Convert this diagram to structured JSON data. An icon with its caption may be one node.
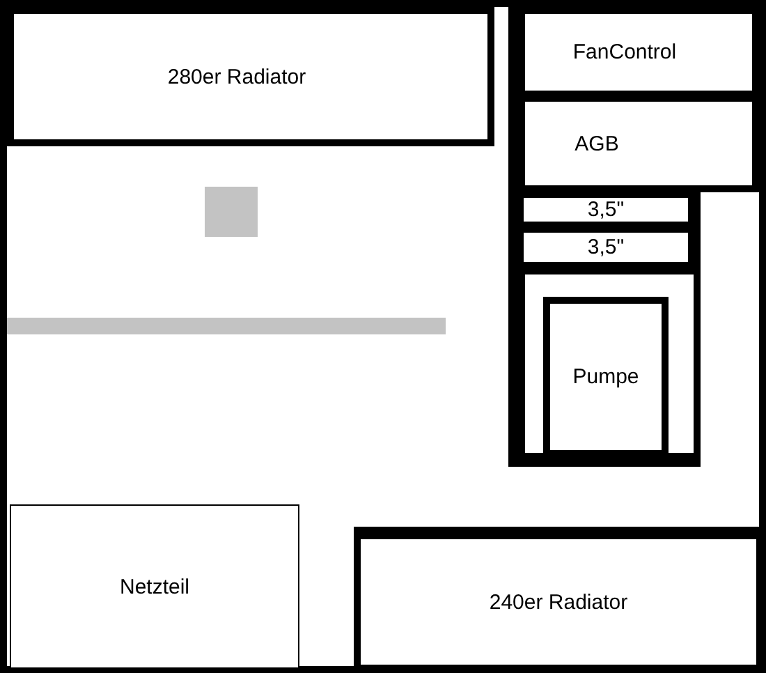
{
  "diagram": {
    "nodes": [
      {
        "text": [
          "280er Radiator"
        ]
      },
      {
        "text": [
          "FanControl"
        ]
      },
      {
        "text": [
          "AGB"
        ]
      },
      {
        "text": [
          "3,5\""
        ]
      },
      {
        "text": [
          "3,5\""
        ]
      },
      {
        "text": [],
        "shape": "box"
      },
      {
        "text": [
          "Pumpe"
        ],
        "in": 5
      },
      {
        "text": [
          "Netzteil"
        ]
      },
      {
        "text": [
          "240er Radiator"
        ]
      }
    ]
  }
}
